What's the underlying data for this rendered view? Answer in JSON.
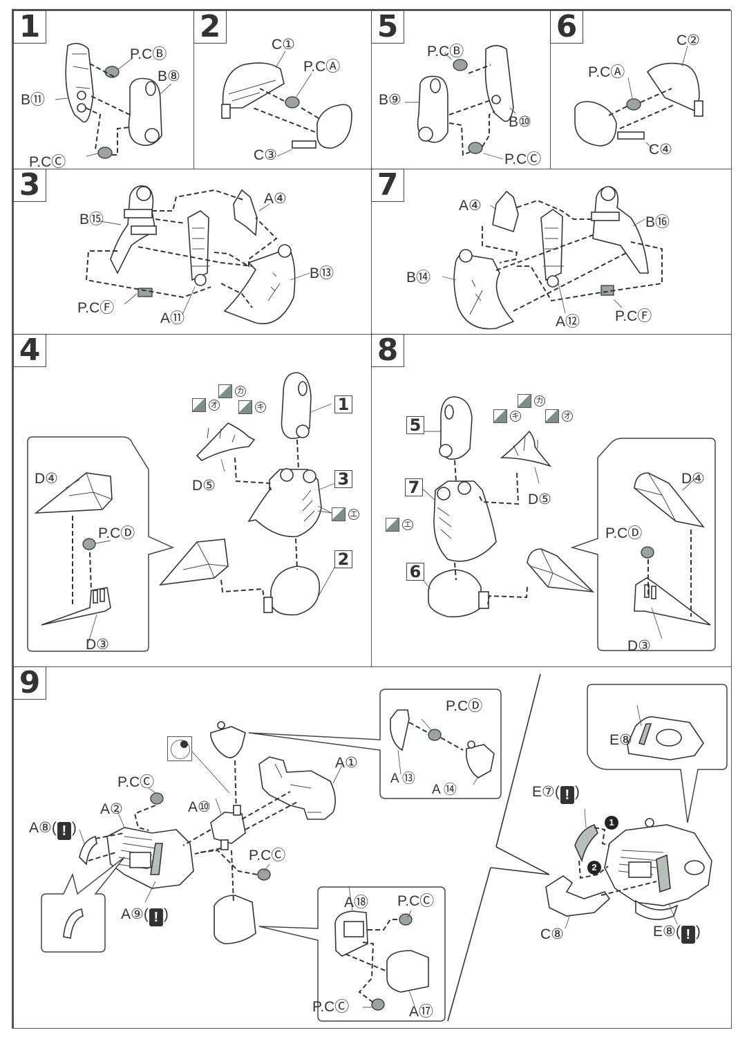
{
  "steps": [
    {
      "number": "1",
      "labels": {
        "pcb": "P.CⒷ",
        "b8": "B⑧",
        "b11": "B⑪",
        "pcc": "P.CⒸ"
      }
    },
    {
      "number": "2",
      "labels": {
        "c1": "C①",
        "pca": "P.CⒶ",
        "c3": "C③"
      }
    },
    {
      "number": "5",
      "labels": {
        "pcb": "P.CⒷ",
        "b9": "B⑨",
        "b10": "B⑩",
        "pcc": "P.CⒸ"
      }
    },
    {
      "number": "6",
      "labels": {
        "c2": "C②",
        "pca": "P.CⒶ",
        "c4": "C④"
      }
    },
    {
      "number": "3",
      "labels": {
        "a4": "A④",
        "b15": "B⑮",
        "b13": "B⑬",
        "pcf": "P.CⒻ",
        "a11": "A⑪"
      }
    },
    {
      "number": "7",
      "labels": {
        "a4": "A④",
        "b16": "B⑯",
        "b14": "B⑭",
        "pcf": "P.CⒻ",
        "a12": "A⑫"
      }
    },
    {
      "number": "4",
      "labels": {
        "d4": "D④",
        "pcd": "P.CⒹ",
        "d3": "D③",
        "d5": "D⑤",
        "ref1": "1",
        "ref3": "3",
        "ref2": "2",
        "k_o": "オ",
        "k_ka": "カ",
        "k_ki": "キ",
        "k_e": "エ"
      }
    },
    {
      "number": "8",
      "labels": {
        "d4": "D④",
        "pcd": "P.CⒹ",
        "d3": "D③",
        "d5": "D⑤",
        "ref5": "5",
        "ref7": "7",
        "ref6": "6",
        "k_o": "オ",
        "k_ka": "カ",
        "k_ki": "キ",
        "k_e": "エ"
      }
    },
    {
      "number": "9",
      "labels": {
        "pcd": "P.CⒹ",
        "a13": "A ⑬",
        "a14": "A ⑭",
        "a1": "A①",
        "a10": "A⑩",
        "pcc_top": "P.CⒸ",
        "a2": "A②",
        "a8": "A⑧",
        "a9": "A⑨",
        "pcc_mid": "P.CⒸ",
        "a18": "A⑱",
        "pcc_r": "P.CⒸ",
        "pcc_b": "P.CⒸ",
        "a17": "A⑰",
        "e8_top": "E⑧",
        "e7": "E⑦",
        "c8": "C⑧",
        "e8": "E⑧",
        "order1": "1",
        "order2": "2",
        "warn": "!"
      }
    }
  ],
  "colors": {
    "line": "#333333",
    "polycap": "#9aa39f",
    "warning_bg": "#333333"
  }
}
